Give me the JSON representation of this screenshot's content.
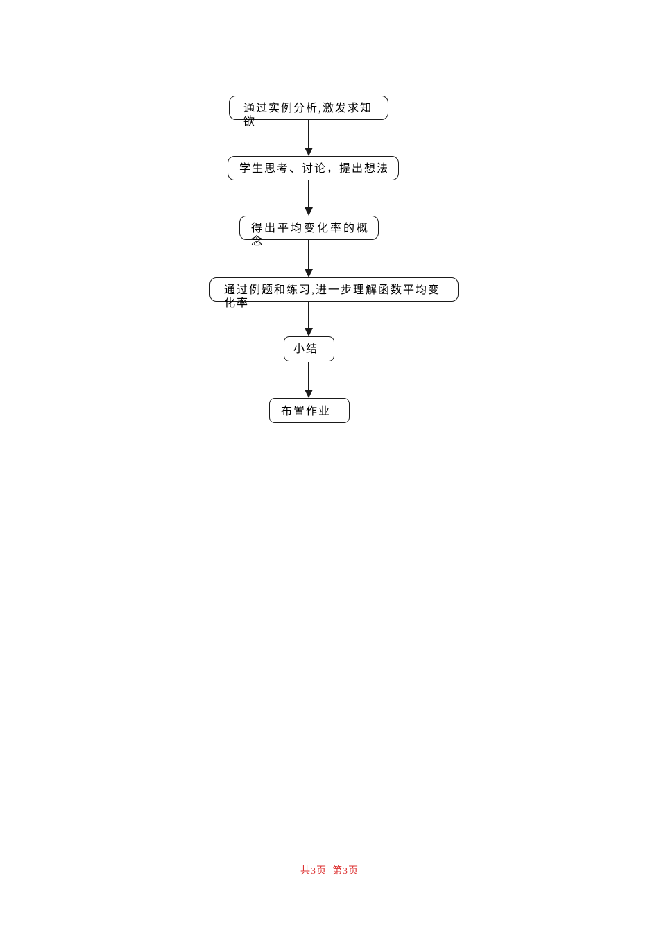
{
  "flowchart": {
    "nodes": [
      {
        "label": "通过实例分析,激发求知\n欲"
      },
      {
        "label": "学生思考、讨论，提出想法"
      },
      {
        "label": "得出平均变化率的概\n念"
      },
      {
        "label": "通过例题和练习,进一步理解函数平均变\n化率"
      },
      {
        "label": "小结"
      },
      {
        "label": "布置作业"
      }
    ],
    "connector_color": "#1a1a1a",
    "node_border_color": "#1a1a1a",
    "node_fill_color": "#ffffff"
  },
  "footer": {
    "total_pages_label": "共3页",
    "current_page_label": "第3页",
    "color": "#dd3333"
  }
}
